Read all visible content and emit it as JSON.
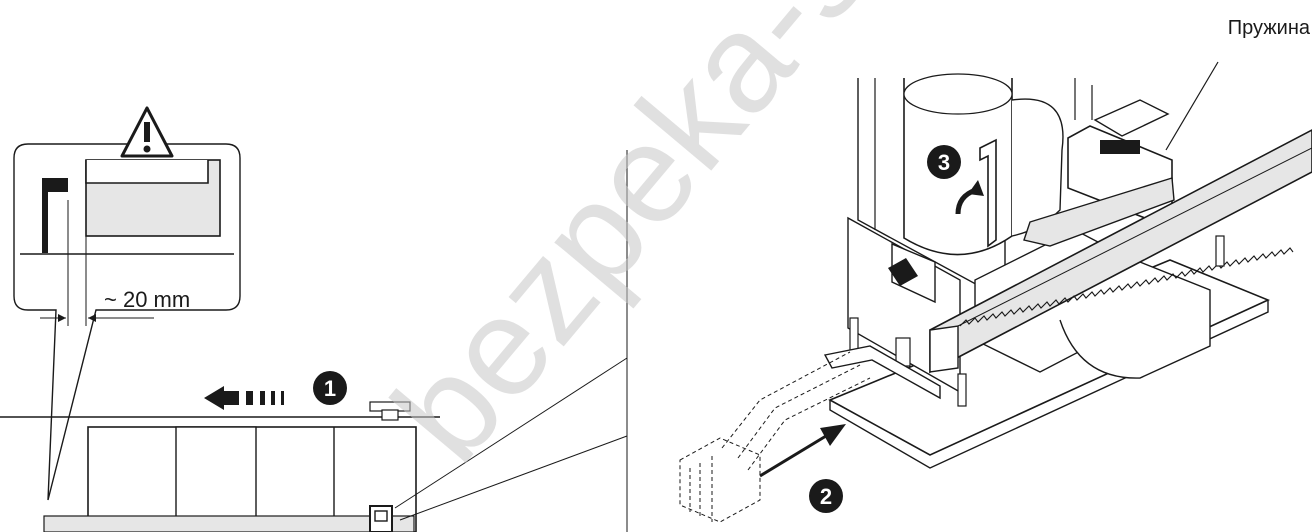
{
  "callout": {
    "gap_label": "~ 20 mm",
    "warning_icon": "warning-triangle-icon"
  },
  "steps": {
    "one": "1",
    "two": "2",
    "three": "3"
  },
  "labels": {
    "spring": "Пружина"
  },
  "watermark": {
    "text": "bezpeka-shop"
  },
  "colors": {
    "line": "#1a1a1a",
    "gate_fill": "#e6e6e6",
    "watermark": "#c7c7c7"
  }
}
